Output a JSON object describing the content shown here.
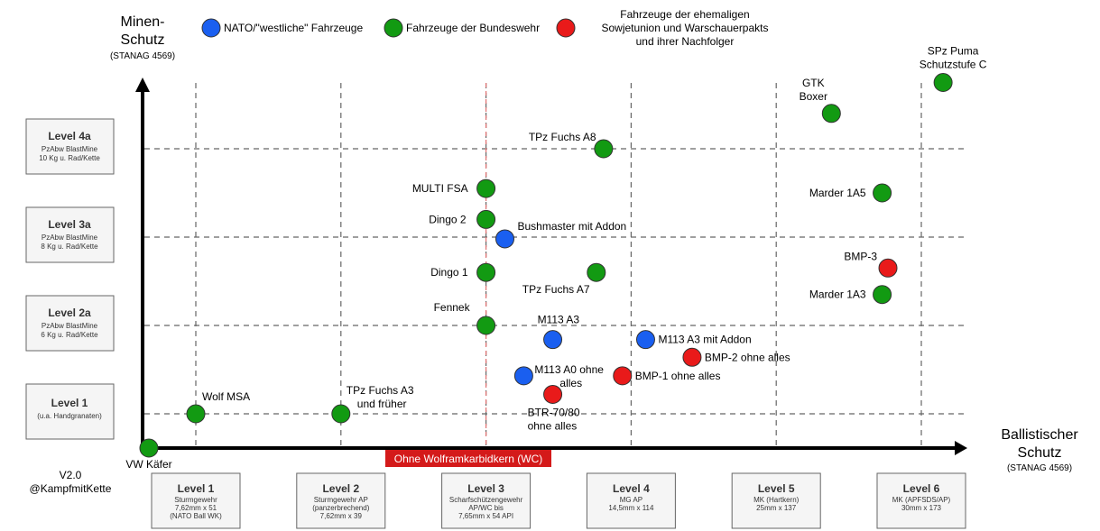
{
  "chart_data": {
    "type": "scatter",
    "y_axis": {
      "title_lines": [
        "Minen-",
        "Schutz"
      ],
      "subtitle": "(STANAG 4569)"
    },
    "x_axis": {
      "title_lines": [
        "Ballistischer",
        "Schutz"
      ],
      "subtitle": "(STANAG 4569)"
    },
    "legend": [
      {
        "color": "#1a5ff0",
        "label": "NATO/\"westliche\" Fahrzeuge"
      },
      {
        "color": "#129a12",
        "label": "Fahrzeuge der Bundeswehr"
      },
      {
        "color": "#e91a1a",
        "label": "Fahrzeuge der ehemaligen Sowjetunion und Warschauerpakts und ihrer Nachfolger",
        "lines": [
          "Fahrzeuge der ehemaligen",
          "Sowjetunion und Warschauerpakts",
          "und ihrer Nachfolger"
        ]
      }
    ],
    "x_levels": [
      {
        "title": "Level 1",
        "lines": [
          "Sturmgewehr",
          "7,62mm x 51",
          "(NATO Ball WK)"
        ]
      },
      {
        "title": "Level 2",
        "lines": [
          "Sturmgewehr AP",
          "(panzerbrechend)",
          "7,62mm x 39"
        ]
      },
      {
        "title": "Level 3",
        "lines": [
          "Scharfschützengewehr",
          "AP/WC bis",
          "7,65mm x 54 API"
        ]
      },
      {
        "title": "Level 4",
        "lines": [
          "MG AP",
          "14,5mm x 114"
        ]
      },
      {
        "title": "Level 5",
        "lines": [
          "MK (Hartkern)",
          "25mm x 137"
        ]
      },
      {
        "title": "Level 6",
        "lines": [
          "MK (APFSDS/AP)",
          "30mm x 173"
        ]
      }
    ],
    "y_levels": [
      {
        "title": "Level 1",
        "lines": [
          "(u.a. Handgranaten)"
        ]
      },
      {
        "title": "Level 2a",
        "lines": [
          "PzAbw BlastMine",
          "6 Kg u. Rad/Kette"
        ]
      },
      {
        "title": "Level 3a",
        "lines": [
          "PzAbw BlastMine",
          "8 Kg u. Rad/Kette"
        ]
      },
      {
        "title": "Level 4a",
        "lines": [
          "PzAbw BlastMine",
          "10 Kg u. Rad/Kette"
        ]
      }
    ],
    "wc_marker": {
      "x": 3,
      "label": "Ohne Wolframkarbidkern (WC)",
      "color": "#d41a1a"
    },
    "points": [
      {
        "lines": [
          "VW Käfer"
        ],
        "x": 0,
        "y": 0,
        "group": "bw"
      },
      {
        "lines": [
          "Wolf MSA"
        ],
        "x": 1,
        "y": 1,
        "group": "bw"
      },
      {
        "lines": [
          "TPz Fuchs A3",
          "und früher"
        ],
        "x": 2,
        "y": 1,
        "group": "bw"
      },
      {
        "lines": [
          "Fennek"
        ],
        "x": 3,
        "y": 2,
        "group": "bw"
      },
      {
        "lines": [
          "Dingo 1"
        ],
        "x": 3,
        "y": 2.6,
        "group": "bw"
      },
      {
        "lines": [
          "Dingo 2"
        ],
        "x": 3,
        "y": 3.2,
        "group": "bw"
      },
      {
        "lines": [
          "MULTI FSA"
        ],
        "x": 3,
        "y": 3.55,
        "group": "bw"
      },
      {
        "lines": [
          "Bushmaster mit Addon"
        ],
        "x": 3.13,
        "y": 2.98,
        "group": "nato"
      },
      {
        "lines": [
          "M113 A3"
        ],
        "x": 3.46,
        "y": 1.84,
        "group": "nato"
      },
      {
        "lines": [
          "M113 A0 ohne",
          "alles"
        ],
        "x": 3.26,
        "y": 1.43,
        "group": "nato"
      },
      {
        "lines": [
          "BTR-70/80",
          "ohne alles"
        ],
        "x": 3.46,
        "y": 1.22,
        "group": "sov"
      },
      {
        "lines": [
          "TPz Fuchs A7"
        ],
        "x": 3.76,
        "y": 2.6,
        "group": "bw"
      },
      {
        "lines": [
          "TPz Fuchs A8"
        ],
        "x": 3.81,
        "y": 4.0,
        "group": "bw"
      },
      {
        "lines": [
          "M113 A3 mit Addon"
        ],
        "x": 4.1,
        "y": 1.84,
        "group": "nato"
      },
      {
        "lines": [
          "BMP-1 ohne alles"
        ],
        "x": 3.94,
        "y": 1.43,
        "group": "sov"
      },
      {
        "lines": [
          "BMP-2 ohne alles"
        ],
        "x": 4.42,
        "y": 1.64,
        "group": "sov"
      },
      {
        "lines": [
          "GTK",
          "Boxer"
        ],
        "x": 5.38,
        "y": 4.4,
        "group": "bw"
      },
      {
        "lines": [
          "Marder 1A5"
        ],
        "x": 5.73,
        "y": 3.5,
        "group": "bw"
      },
      {
        "lines": [
          "BMP-3"
        ],
        "x": 5.77,
        "y": 2.65,
        "group": "sov"
      },
      {
        "lines": [
          "Marder 1A3"
        ],
        "x": 5.73,
        "y": 2.35,
        "group": "bw"
      },
      {
        "lines": [
          "SPz Puma",
          "Schutzstufe C"
        ],
        "x": 6.15,
        "y": 4.75,
        "group": "bw"
      }
    ],
    "footer_lines": [
      "V2.0",
      "@KampfmitKette"
    ]
  }
}
